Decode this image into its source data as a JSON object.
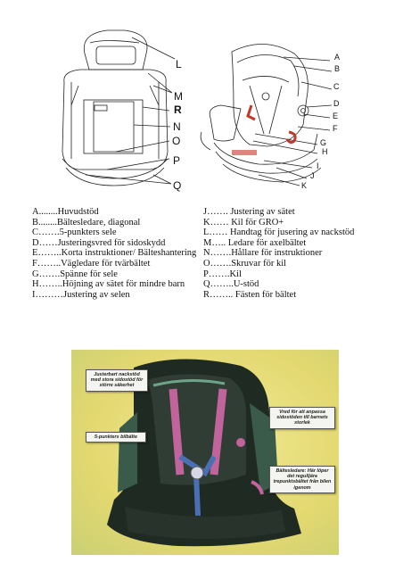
{
  "diagram": {
    "callouts_left": [
      "L",
      "M",
      "R",
      "N",
      "O",
      "P",
      "Q"
    ],
    "callouts_right": [
      "A",
      "B",
      "C",
      "D",
      "E",
      "F",
      "G",
      "H",
      "I",
      "J",
      "K"
    ]
  },
  "legend": {
    "left": [
      "A........Huvudstöd",
      "B........Bältesledare, diagonal",
      "C…….5-punkters sele",
      "D……Justeringsvred för sidoskydd",
      "E……..Korta instruktioner/ Bälteshantering",
      "F……..Vägledare för tvärbältet",
      "G…….Spänne för sele",
      "H……..Höjning av sätet för mindre barn",
      "I………Justering av selen"
    ],
    "right": [
      "J……. Justering av sätet",
      "K…… Kil för GRO+",
      "L…… Handtag för jusering av nackstöd",
      "M….. Ledare för axelbältet",
      "N…….Hållare för instruktioner",
      "O…….Skruvar för kil",
      "P…….Kil",
      "Q……..U-stöd",
      "R…….. Fästen för bältet"
    ]
  },
  "photo_notes": {
    "headrest": "Justerbart nackstöd med stora sidostöd för större säkerhet",
    "harness": "5-punkters bilbälte",
    "side": "Vred för att anpassa sidostöden till barnets storlek",
    "belt_guide": "Bältesledare: Här löper det regulljära trepunktsbältet från bilen igenom"
  },
  "colors": {
    "photo_bg": "#e3d870",
    "seat_dark": "#1f2a22",
    "harness_pink": "#c2649c",
    "harness_blue": "#4a6fb5"
  }
}
